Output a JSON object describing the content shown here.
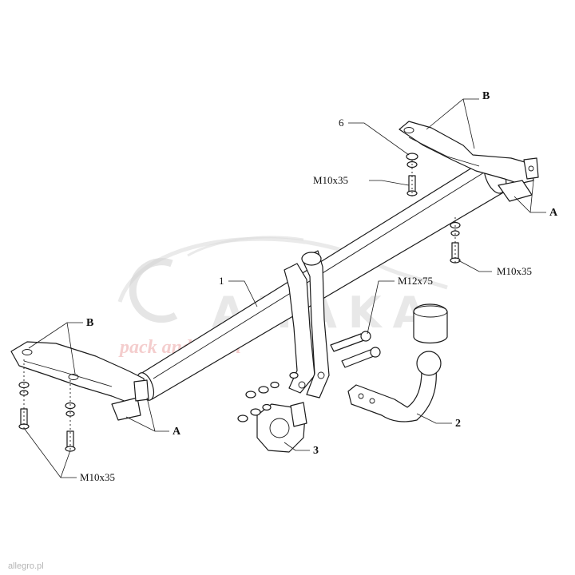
{
  "labels": {
    "p1": "1",
    "p2": "2",
    "p3": "3",
    "p6": "6",
    "a_right": "A",
    "a_left": "A",
    "b_right": "B",
    "b_left": "B",
    "bolt_right_top": "M10x35",
    "bolt_right_bottom": "M10x35",
    "bolt_left": "M10x35",
    "bolt_ball": "M12x75"
  },
  "watermark": {
    "brand": "AHAKA",
    "tagline": "pack and travel"
  },
  "credit": "allegro.pl"
}
